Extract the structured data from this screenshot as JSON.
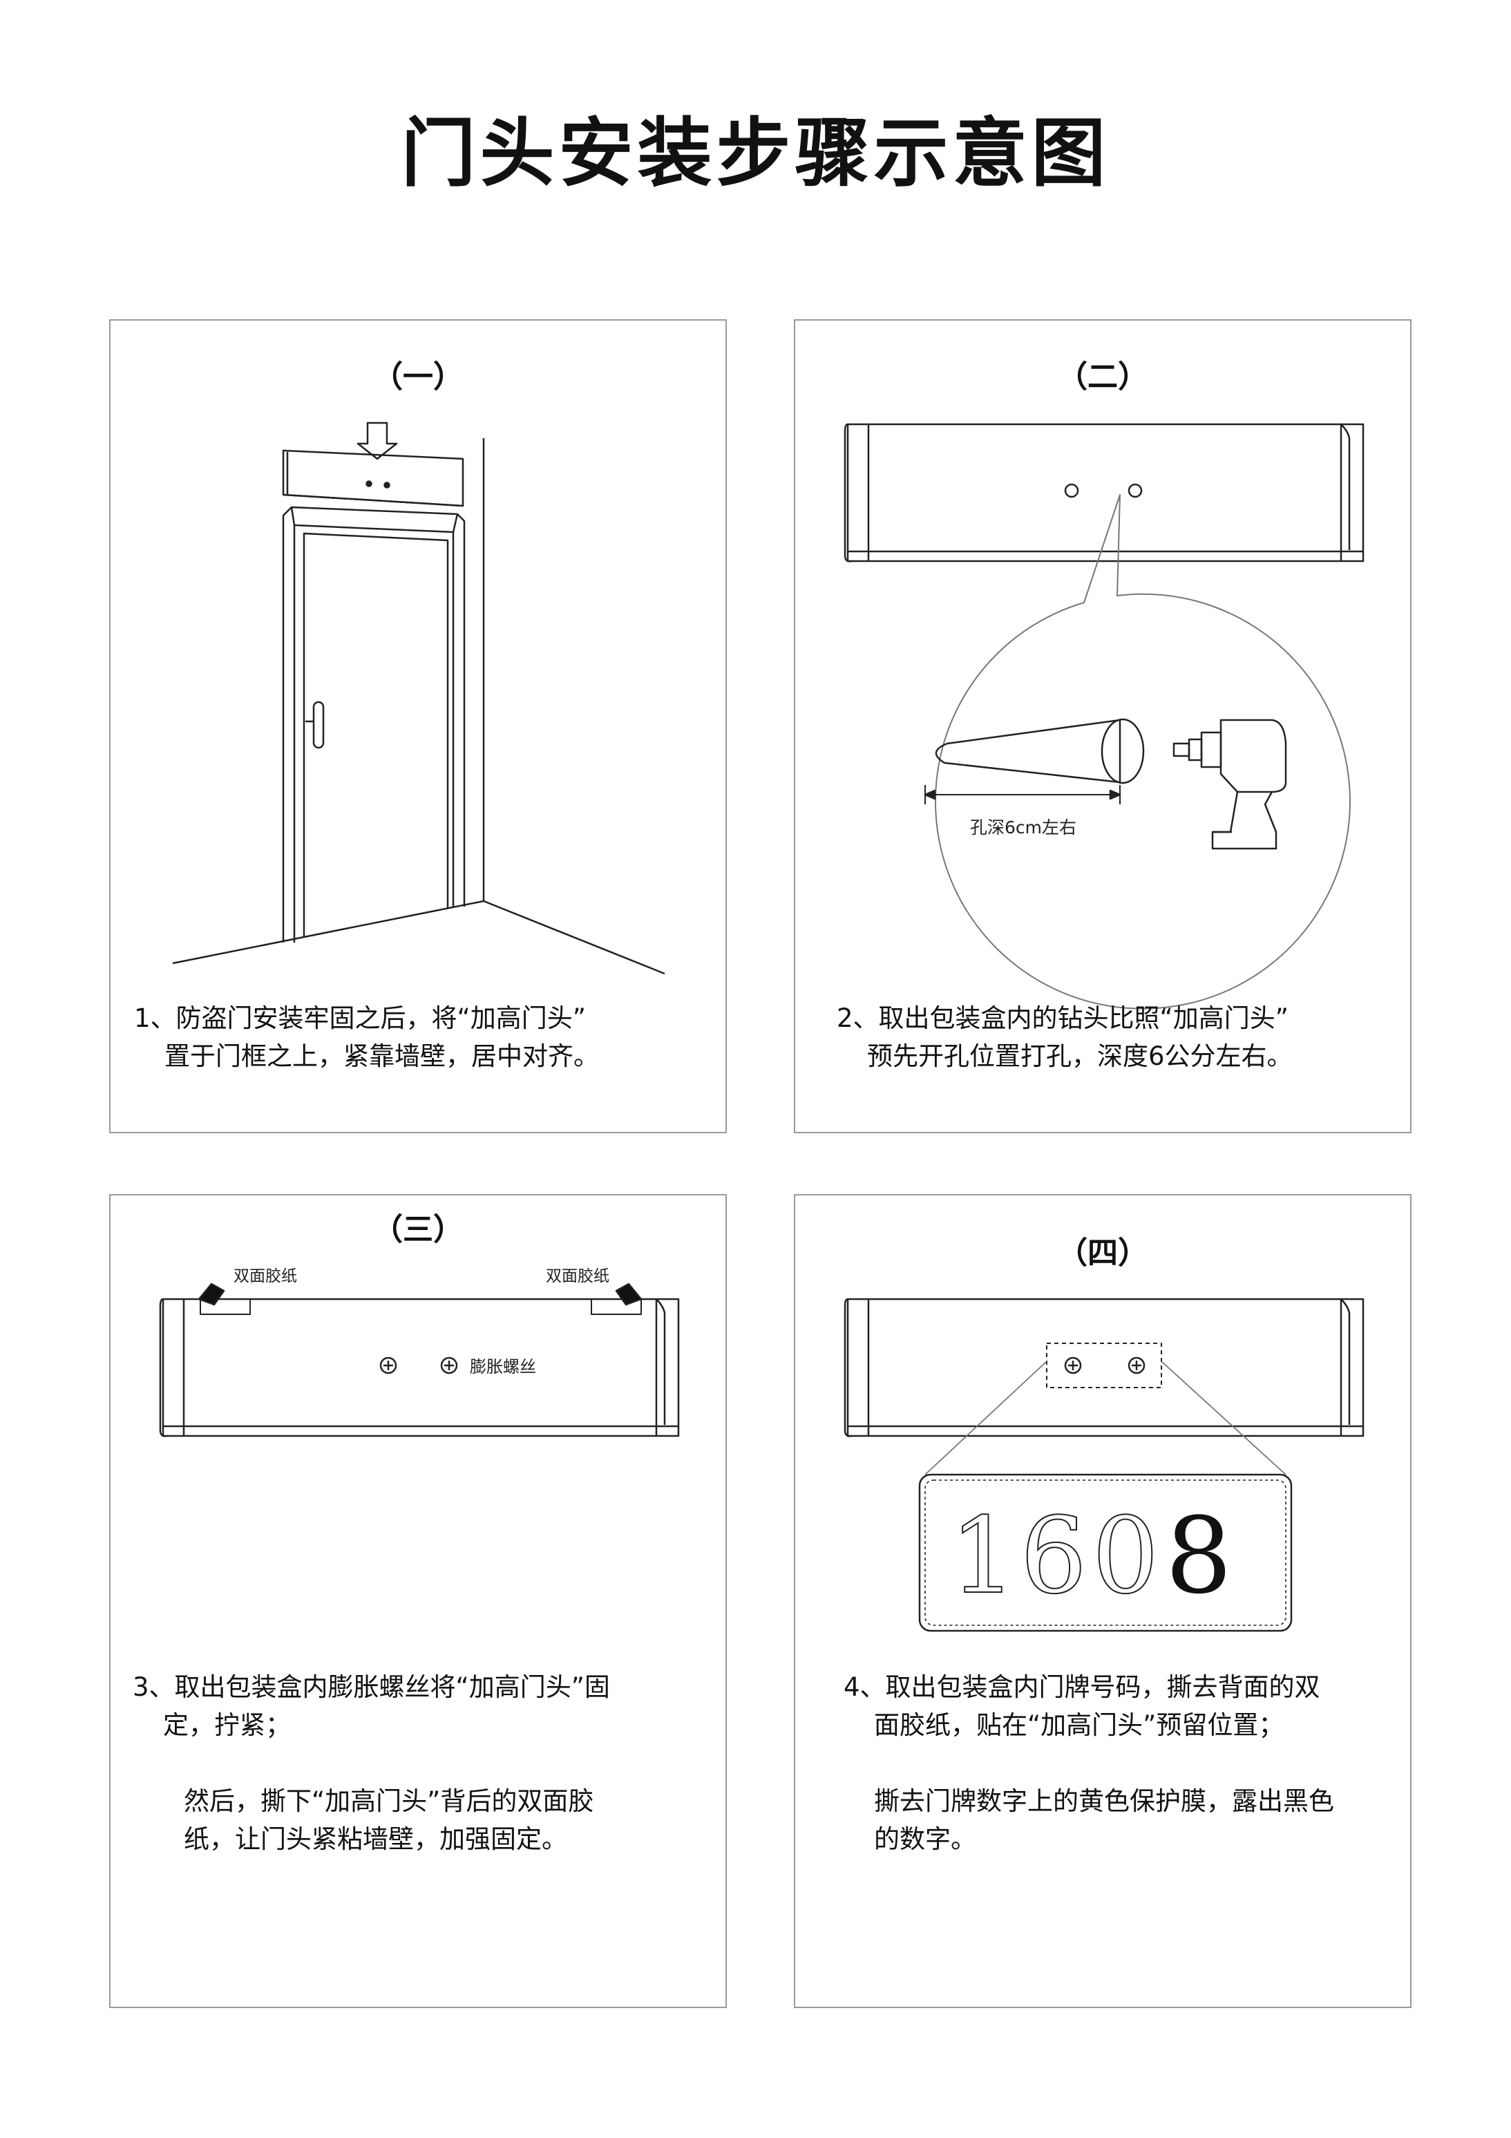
{
  "page_title": "门头安装步骤示意图",
  "steps": [
    {
      "label": "（一）",
      "lines": [
        "1、防盗门安装牢固之后，将“加高门头”",
        "置于门框之上，紧靠墙壁，居中对齐。"
      ]
    },
    {
      "label": "（二）",
      "lines": [
        "2、取出包装盒内的钻头比照“加高门头”",
        "预先开孔位置打孔，深度6公分左右。"
      ],
      "hole_depth_label": "孔深6cm左右"
    },
    {
      "label": "（三）",
      "lines": [
        "3、取出包装盒内膨胀螺丝将“加高门头”固",
        "定，拧紧；",
        "",
        "然后，撕下“加高门头”背后的双面胶",
        "纸，让门头紧粘墙壁，加强固定。"
      ],
      "tape_left_label": "双面胶纸",
      "tape_right_label": "双面胶纸",
      "screw_label": "膨胀螺丝"
    },
    {
      "label": "（四）",
      "lines": [
        "4、取出包装盒内门牌号码，撕去背面的双",
        "面胶纸，贴在“加高门头”预留位置；",
        "",
        "撕去门牌数字上的黄色保护膜，露出黑色",
        "的数字。"
      ],
      "plate_digits": [
        "1",
        "6",
        "0",
        "8"
      ]
    }
  ]
}
